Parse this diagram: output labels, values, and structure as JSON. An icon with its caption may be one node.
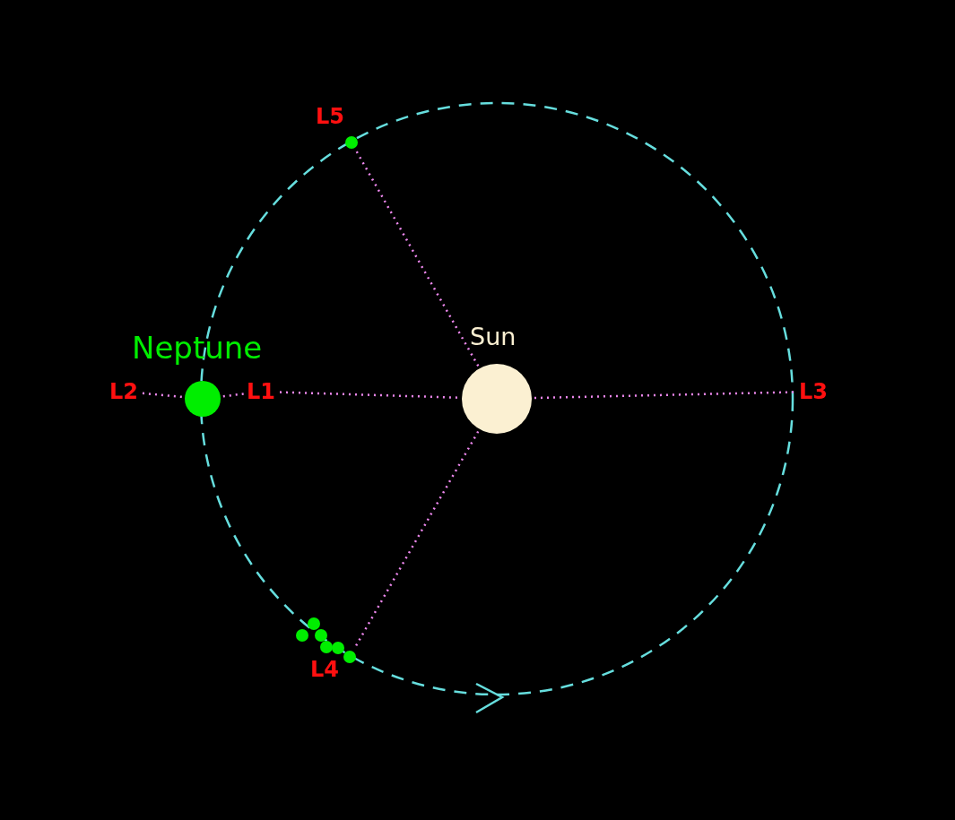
{
  "diagram": {
    "nodes": [
      {
        "text": [
          "L5"
        ]
      },
      {
        "text": [
          "Sun"
        ]
      },
      {
        "text": [
          "Neptune"
        ]
      },
      {
        "text": [
          "L2"
        ]
      },
      {
        "text": [
          "L1"
        ]
      },
      {
        "text": [
          "L3"
        ]
      },
      {
        "text": [],
        "shape": "circle"
      },
      {
        "text": [],
        "shape": "circle"
      },
      {
        "text": [],
        "shape": "circle"
      },
      {
        "text": [],
        "shape": "circle"
      },
      {
        "text": [],
        "shape": "circle"
      },
      {
        "text": [
          "L4"
        ]
      }
    ],
    "edges": [
      {
        "from": 1,
        "to": 0,
        "arrow": "none",
        "style": "dashed"
      },
      {
        "from": 3,
        "to": 2,
        "arrow": "none",
        "style": "dashed"
      },
      {
        "from": 2,
        "to": 4,
        "arrow": "none",
        "style": "dashed"
      },
      {
        "from": 4,
        "to": 1,
        "arrow": "none",
        "style": "dashed"
      },
      {
        "from": 1,
        "to": 5,
        "arrow": "none",
        "style": "dashed"
      },
      {
        "from": 1,
        "to": 11,
        "arrow": "none",
        "style": "dashed"
      }
    ]
  }
}
